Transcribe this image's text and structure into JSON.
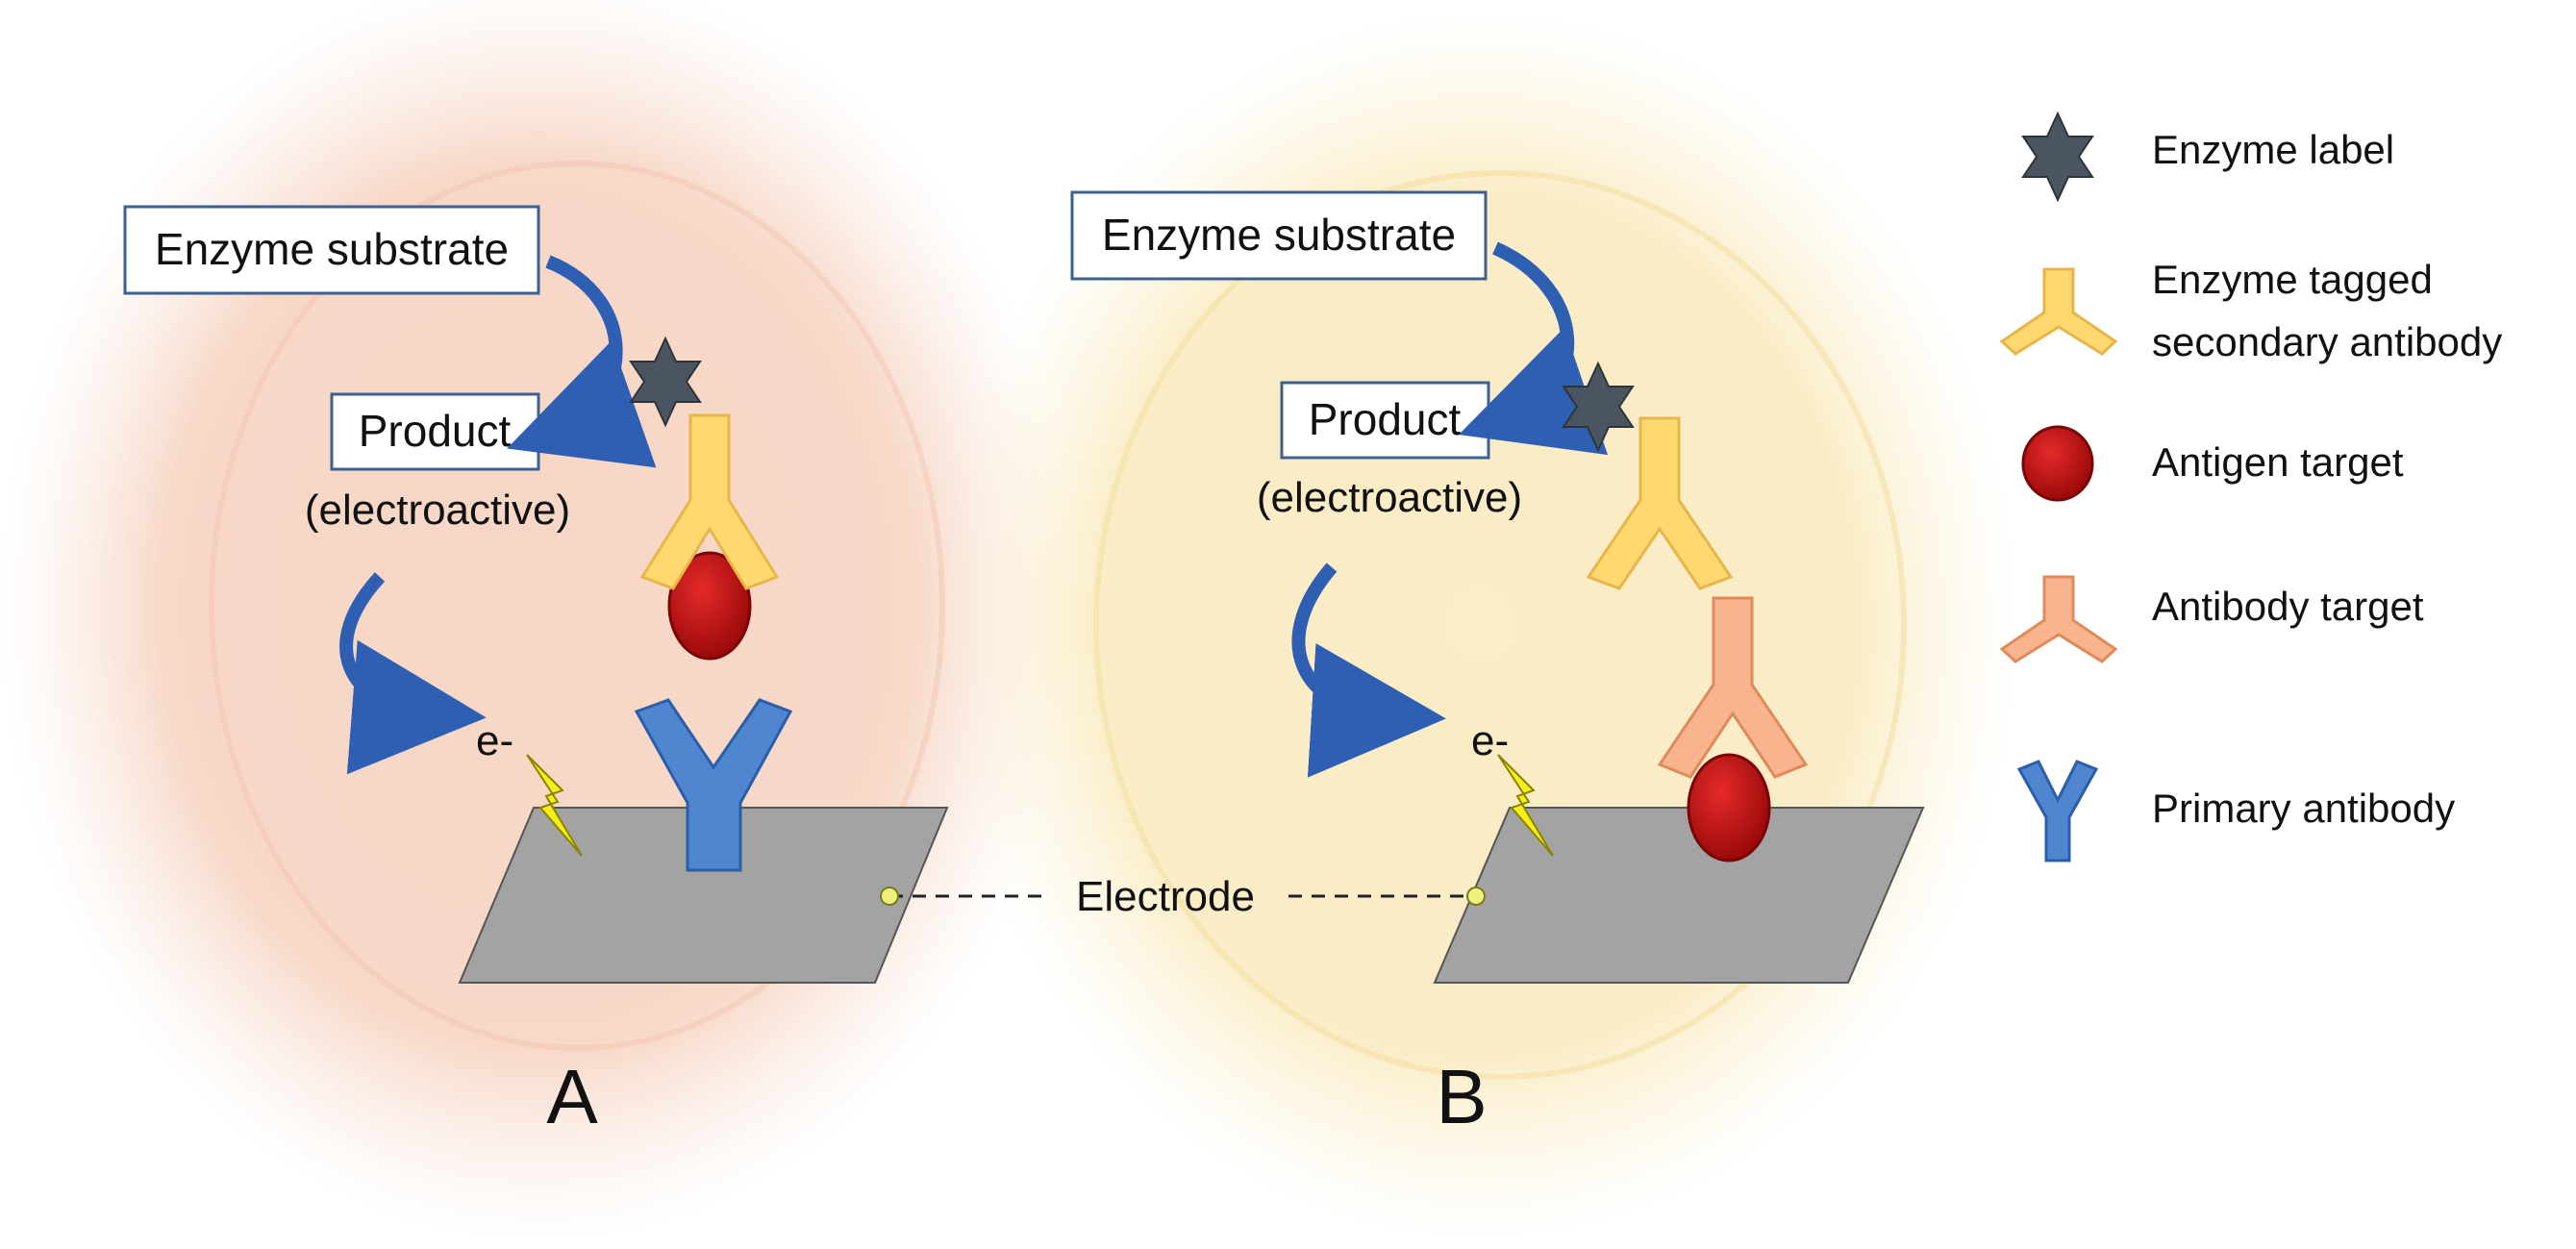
{
  "colors": {
    "glow_a": "#f5c9b4",
    "glow_b": "#f8e3a0",
    "electrode": "#a3a3a3",
    "arrow": "#2f5fb3",
    "enzyme_label": "#4a5561",
    "secondary_antibody": "#ffd870",
    "antigen": "#cc1111",
    "antibody_target": "#f7b48e",
    "primary_antibody": "#4f86cf",
    "bolt": "#f5ee1d"
  },
  "panel_a": {
    "letter": "A",
    "substrate": "Enzyme substrate",
    "product": "Product",
    "product_note": "(electroactive)",
    "electron": "e-"
  },
  "panel_b": {
    "letter": "B",
    "substrate": "Enzyme substrate",
    "product": "Product",
    "product_note": "(electroactive)",
    "electron": "e-"
  },
  "electrode_label": "Electrode",
  "legend": {
    "items": [
      {
        "icon": "six-point-star-icon",
        "lines": [
          "Enzyme label"
        ]
      },
      {
        "icon": "yellow-inverted-y-icon",
        "lines": [
          "Enzyme tagged",
          "secondary antibody"
        ]
      },
      {
        "icon": "red-disc-icon",
        "lines": [
          "Antigen target"
        ]
      },
      {
        "icon": "orange-inverted-y-icon",
        "lines": [
          "Antibody target"
        ]
      },
      {
        "icon": "blue-y-icon",
        "lines": [
          "Primary antibody"
        ]
      }
    ]
  }
}
